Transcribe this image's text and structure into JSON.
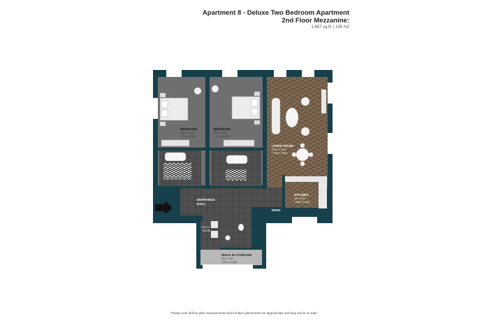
{
  "header": {
    "title": "Apartment 8 - Deluxe Two Bedroom Apartment",
    "subtitle": "2nd Floor Mezzanine:",
    "area": "1,467 sq.ft. | 136 m2"
  },
  "rooms": {
    "bedroom1": {
      "name": "BEDROOM",
      "dim1": "15'6\" X 12'11\"",
      "dim2": "4.72m x 3.94m"
    },
    "bedroom2": {
      "name": "BEDROOM",
      "dim1": "15'6\" X 12'9\"",
      "dim2": "4.72m x 3.89m"
    },
    "living": {
      "name": "LIVING ROOM",
      "dim1": "22'11\" X 14'9\"",
      "dim2": "7.00m x 4.50m"
    },
    "kitchen": {
      "name": "KITCHEN",
      "dim1": "9'5\" X 6'11\"",
      "dim2": "2.88m x 2.10m"
    },
    "entrance": {
      "name": "ENTRANCE",
      "name2": "HALL"
    },
    "desk": {
      "name": "DESK"
    },
    "utility": {
      "name": "UTILITY",
      "name2": "ROOM"
    },
    "storage": {
      "name": "WALK IN STORAGE",
      "dim1": "15'0\" X 6'6\"",
      "dim2": "4.57m x 1.98m"
    }
  },
  "colors": {
    "wall": "#16414c",
    "carpet": "#6e6e6e",
    "tile": "#505050",
    "wood": "#6d5a45",
    "accent_arrow": "#111111"
  },
  "disclaimer": "Please note all floor plan measurements and furniture placements are approximate and may not be to scale."
}
